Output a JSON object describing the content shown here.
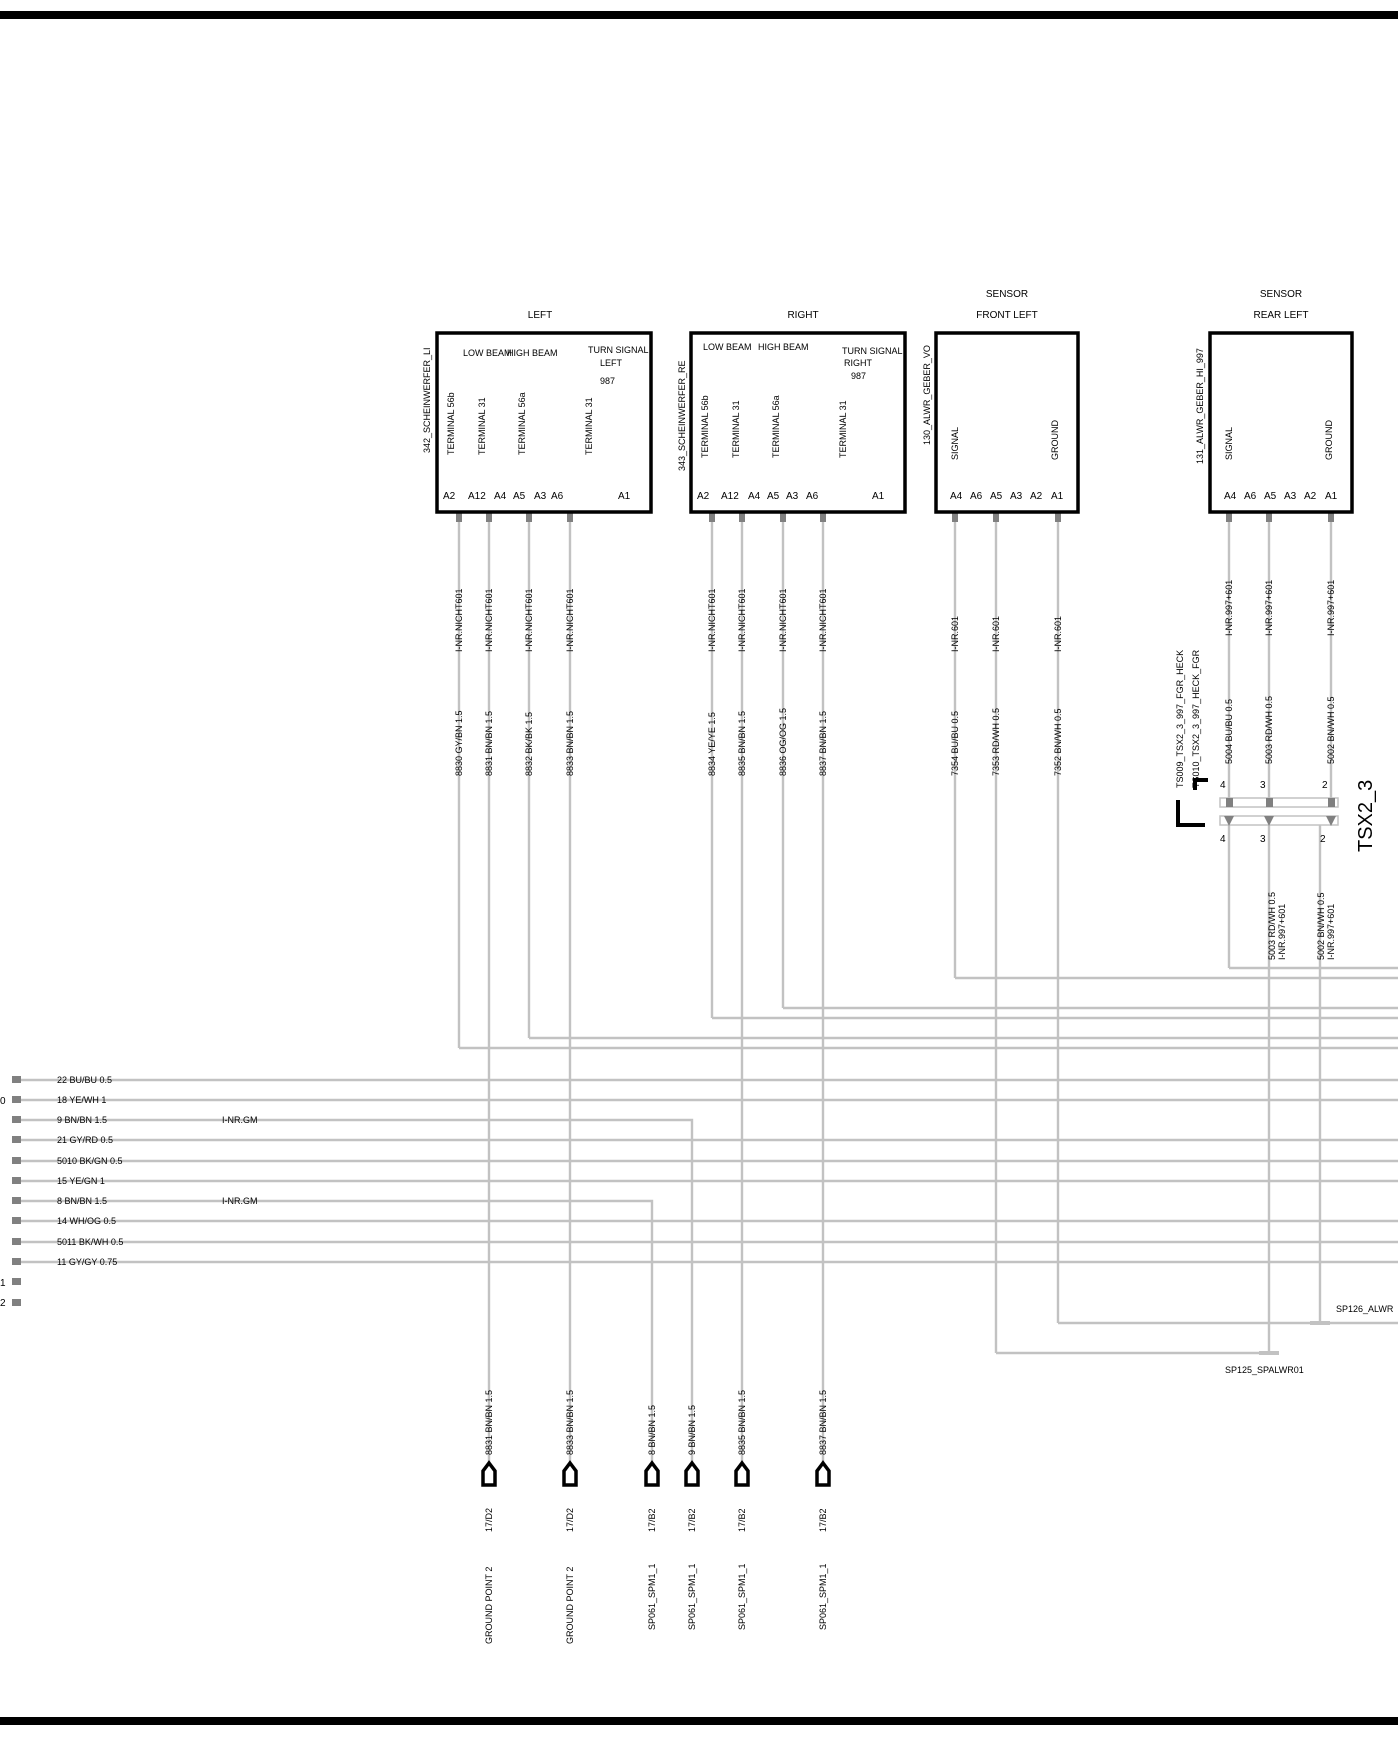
{
  "components": [
    {
      "id": "left",
      "designator": "342_SCHEINWERFER_LI",
      "header": [
        "LEFT"
      ],
      "notes": [
        "LOW BEAM",
        "HIGH BEAM",
        "TURN SIGNAL",
        "LEFT",
        "987"
      ],
      "functions": [
        "TERMINAL 56b",
        "TERMINAL 31",
        "TERMINAL 56a",
        "TERMINAL 31"
      ],
      "pins": [
        "A2",
        "A12",
        "A4",
        "A5",
        "A3",
        "A6",
        "A1"
      ]
    },
    {
      "id": "right",
      "designator": "343_SCHEINWERFER_RE",
      "header": [
        "RIGHT"
      ],
      "notes": [
        "LOW BEAM",
        "HIGH BEAM",
        "TURN SIGNAL",
        "RIGHT",
        "987"
      ],
      "functions": [
        "TERMINAL 56b",
        "TERMINAL 31",
        "TERMINAL 56a",
        "TERMINAL 31"
      ],
      "pins": [
        "A2",
        "A12",
        "A4",
        "A5",
        "A3",
        "A6",
        "A1"
      ]
    },
    {
      "id": "sensor_fl",
      "designator": "130_ALWR_GEBER_VO",
      "header": [
        "SENSOR",
        "FRONT LEFT"
      ],
      "notes": [],
      "functions": [
        "SIGNAL",
        "GROUND"
      ],
      "pins": [
        "A4",
        "A6",
        "A5",
        "A3",
        "A2",
        "A1"
      ]
    },
    {
      "id": "sensor_rl",
      "designator": "131_ALWR_GEBER_HI_997",
      "header": [
        "SENSOR",
        "REAR LEFT"
      ],
      "notes": [],
      "functions": [
        "SIGNAL",
        "GROUND"
      ],
      "pins": [
        "A4",
        "A6",
        "A5",
        "A3",
        "A2",
        "A1"
      ]
    }
  ],
  "drop_wires": [
    {
      "nr": "I-NR.NICHT601",
      "spec": "8830 GY/BN 1.5"
    },
    {
      "nr": "I-NR.NICHT601",
      "spec": "8831 BN/BN 1.5"
    },
    {
      "nr": "I-NR.NICHT601",
      "spec": "8832 BK/BK 1.5"
    },
    {
      "nr": "I-NR.NICHT601",
      "spec": "8833 BN/BN 1.5"
    },
    {
      "nr": "I-NR.NICHT601",
      "spec": "8834 YE/YE 1.5"
    },
    {
      "nr": "I-NR.NICHT601",
      "spec": "8835 BN/BN 1.5"
    },
    {
      "nr": "I-NR.NICHT601",
      "spec": "8836 OG/OG 1.5"
    },
    {
      "nr": "I-NR.NICHT601",
      "spec": "8837 BN/BN 1.5"
    },
    {
      "nr": "I-NR.601",
      "spec": "7354 BU/BU 0.5"
    },
    {
      "nr": "I-NR.601",
      "spec": "7353 RD/WH 0.5"
    },
    {
      "nr": "I-NR.601",
      "spec": "7352 BN/WH 0.5"
    },
    {
      "nr": "I-NR.997+601",
      "spec": "5004 BU/BU 0.5"
    },
    {
      "nr": "I-NR.997+601",
      "spec": "5003 RD/WH 0.5"
    },
    {
      "nr": "I-NR.997+601",
      "spec": "5002 BN/WH 0.5"
    }
  ],
  "connector": {
    "name": "TSX2_3",
    "labels": [
      "TS009_TSX2_3_997_FGR_HECK",
      "TS010_TSX2_3_997_HECK_FGR"
    ],
    "pins_top": [
      "4",
      "3",
      "2"
    ],
    "pins_bottom": [
      "4",
      "3",
      "2"
    ],
    "lower_wires": [
      {
        "spec": "5003 RD/WH 0.5",
        "nr": "I-NR.997+601"
      },
      {
        "spec": "5002 BN/WH 0.5",
        "nr": "I-NR.997+601"
      }
    ]
  },
  "harness": {
    "stub_labels": [
      "0",
      "1",
      "2"
    ],
    "wires": [
      {
        "label": "22 BU/BU 0.5",
        "nr": ""
      },
      {
        "label": "18 YE/WH 1",
        "nr": ""
      },
      {
        "label": "9 BN/BN 1.5",
        "nr": "I-NR.GM"
      },
      {
        "label": "21 GY/RD 0.5",
        "nr": ""
      },
      {
        "label": "5010 BK/GN 0.5",
        "nr": ""
      },
      {
        "label": "15 YE/GN 1",
        "nr": ""
      },
      {
        "label": "8 BN/BN 1.5",
        "nr": "I-NR.GM"
      },
      {
        "label": "14 WH/OG 0.5",
        "nr": ""
      },
      {
        "label": "5011 BK/WH 0.5",
        "nr": ""
      },
      {
        "label": "11 GY/GY 0.75",
        "nr": ""
      }
    ]
  },
  "splices": [
    "SP126_ALWR",
    "SP125_SPALWR01"
  ],
  "grounds": [
    {
      "wire": "8831 BN/BN 1.5",
      "ref": "17/D2",
      "name": "GROUND POINT 2"
    },
    {
      "wire": "8833 BN/BN 1.5",
      "ref": "17/D2",
      "name": "GROUND POINT 2"
    },
    {
      "wire": "8 BN/BN 1.5",
      "ref": "17/B2",
      "name": "SP061_SPM1_1"
    },
    {
      "wire": "9 BN/BN 1.5",
      "ref": "17/B2",
      "name": "SP061_SPM1_1"
    },
    {
      "wire": "8835 BN/BN 1.5",
      "ref": "17/B2",
      "name": "SP061_SPM1_1"
    },
    {
      "wire": "8837 BN/BN 1.5",
      "ref": "17/B2",
      "name": "SP061_SPM1_1"
    }
  ]
}
